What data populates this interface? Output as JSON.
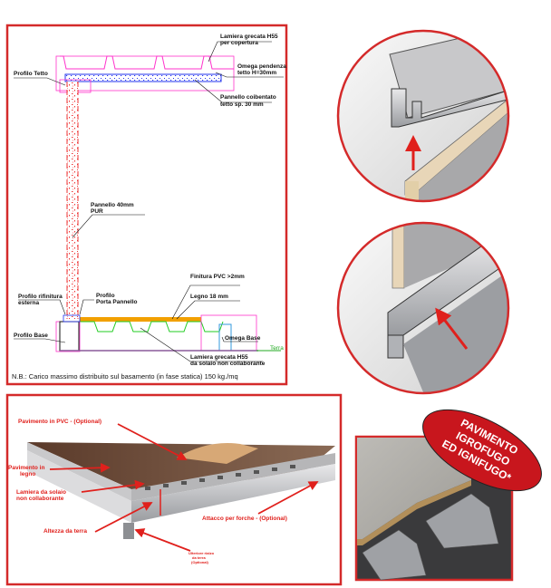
{
  "drawing": {
    "labels": {
      "lamiera_copertura_1": "Lamiera grecata H55",
      "lamiera_copertura_2": "per copertura",
      "omega_pendenza_1": "Omega pendenza",
      "omega_pendenza_2": "tetto H=30mm",
      "profilo_tetto": "Profilo Tetto",
      "pannello_tetto_1": "Pannello coibentato",
      "pannello_tetto_2": "tetto sp. 30 mm",
      "pannello_40_1": "Pannello 40mm",
      "pannello_40_2": "PUR",
      "finitura_pvc": "Finitura PVC >2mm",
      "legno": "Legno 18 mm",
      "profilo_rifinitura_1": "Profilo rifinitura",
      "profilo_rifinitura_2": "esterna",
      "profilo_porta_1": "Profilo",
      "profilo_porta_2": "Porta Pannello",
      "profilo_base": "Profilo Base",
      "omega_base": "Omega Base",
      "terra": "Terra",
      "lamiera_solaio_1": "Lamiera grecata H55",
      "lamiera_solaio_2": "da solaio non collaborante"
    },
    "note": "N.B.: Carico massimo distribuito sul basamento (in fase statica) 150 kg./mq"
  },
  "photo": {
    "labels": {
      "pavimento_pvc": "Pavimento in PVC - (Optional)",
      "pavimento_legno_1": "Pavimento in",
      "pavimento_legno_2": "legno",
      "lamiera_1": "Lamiera da solaio",
      "lamiera_2": "non collaborante",
      "altezza": "Altezza da terra",
      "attacco": "Attacco per forche  - (Optional)",
      "rialzo_1": "Ulteriore rialzo",
      "rialzo_2": "da terra",
      "rialzo_3": "(Optional)"
    }
  },
  "badge": {
    "line1": "PAVIMENTO",
    "line2": "IGROFUGO",
    "line3": "ED IGNIFUGO*"
  },
  "colors": {
    "frame_red": "#d42a2a",
    "badge_red": "#c8161d",
    "cad_pink": "#ff33cc",
    "cad_blue": "#2233ee",
    "cad_green": "#22cc22",
    "cad_orange": "#f2a000"
  }
}
